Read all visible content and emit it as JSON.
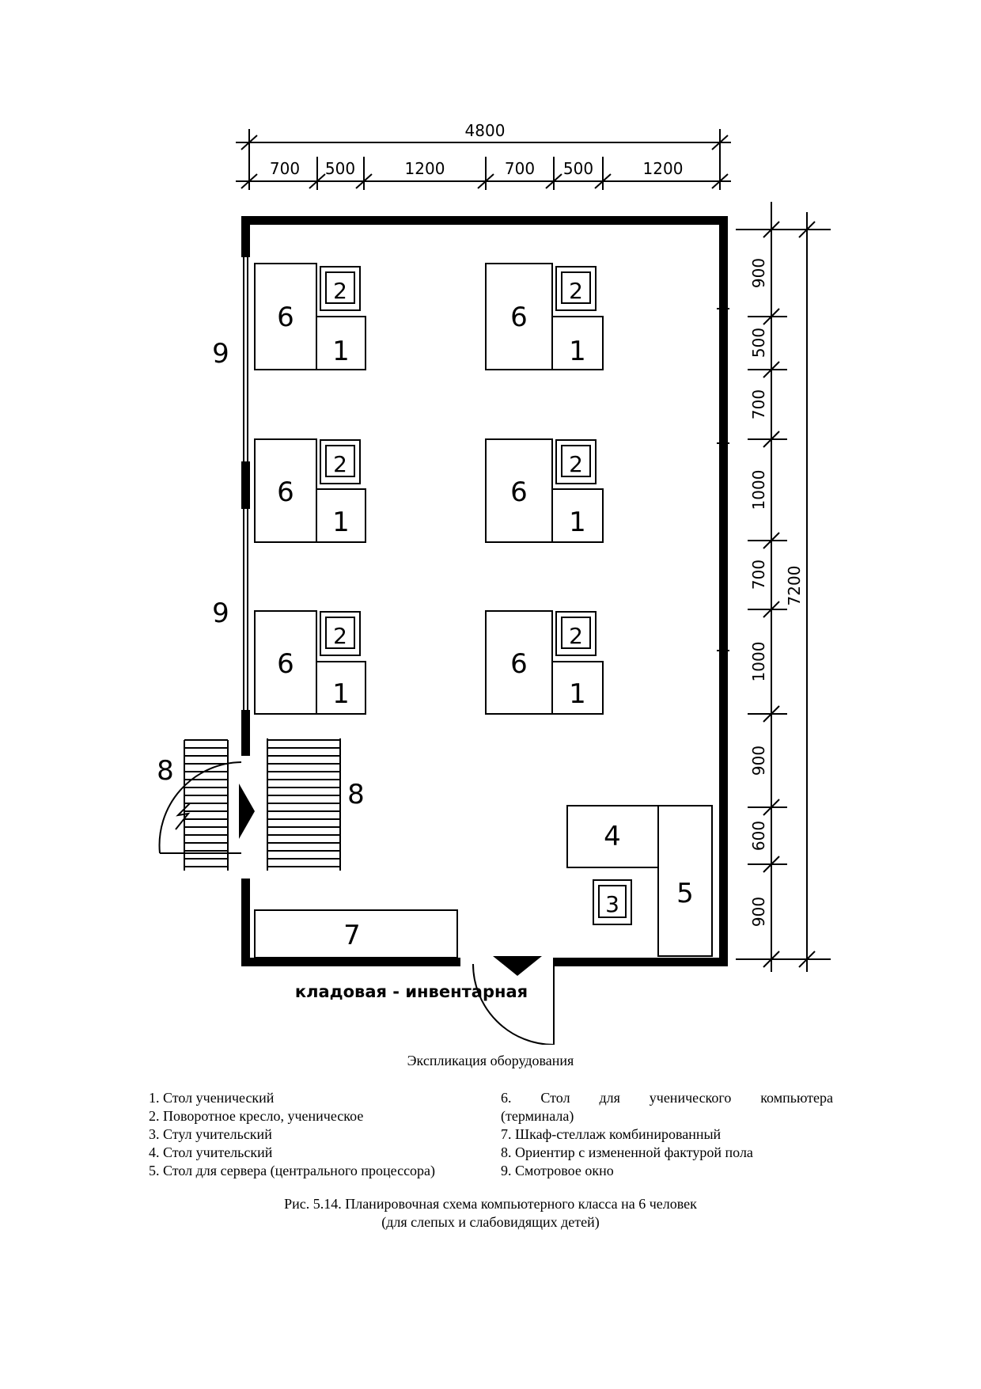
{
  "plan": {
    "dims_top_total": "4800",
    "dims_top": [
      "700",
      "500",
      "1200",
      "700",
      "500",
      "1200"
    ],
    "dims_right": [
      "900",
      "500",
      "700",
      "1000",
      "700",
      "1000",
      "900",
      "600",
      "900"
    ],
    "dims_right_total": "7200",
    "room_labels": {
      "desk": "6",
      "table": "1",
      "chair": "2",
      "window": "9",
      "floor_marker": "8",
      "teacher_table": "4",
      "teacher_chair": "3",
      "server_table": "5",
      "cabinet": "7"
    },
    "storage": "кладовая - инвентарная"
  },
  "legend": {
    "title": "Экспликация оборудования",
    "left_items": [
      "1. Стол ученический",
      "2. Поворотное кресло, ученическое",
      "3. Стул учительский",
      "4. Стол учительский",
      "5. Стол для сервера (центрального процессора)"
    ],
    "right_item_6_line1": "6. Стол для ученического компьютера",
    "right_item_6_line2": "(терминала)",
    "right_items": [
      "7. Шкаф-стеллаж комбинированный",
      "8. Ориентир с измененной фактурой пола",
      "9. Смотровое окно"
    ]
  },
  "caption": {
    "line1": "Рис. 5.14. Планировочная схема компьютерного класса на 6 человек",
    "line2": "(для слепых и слабовидящих детей)"
  }
}
